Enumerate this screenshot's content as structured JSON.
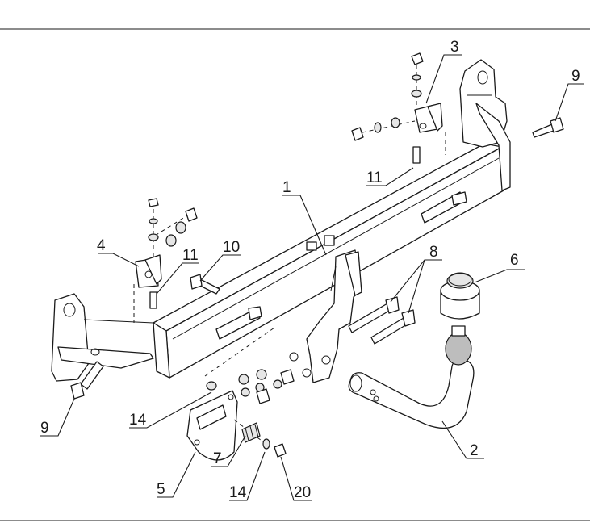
{
  "diagram": {
    "callouts": [
      {
        "id": "1",
        "text": "1"
      },
      {
        "id": "2",
        "text": "2"
      },
      {
        "id": "3",
        "text": "3"
      },
      {
        "id": "4",
        "text": "4"
      },
      {
        "id": "5",
        "text": "5"
      },
      {
        "id": "6",
        "text": "6"
      },
      {
        "id": "7",
        "text": "7"
      },
      {
        "id": "8",
        "text": "8"
      },
      {
        "id": "9a",
        "text": "9"
      },
      {
        "id": "9b",
        "text": "9"
      },
      {
        "id": "10",
        "text": "10"
      },
      {
        "id": "11a",
        "text": "11"
      },
      {
        "id": "11b",
        "text": "11"
      },
      {
        "id": "14a",
        "text": "14"
      },
      {
        "id": "14b",
        "text": "14"
      },
      {
        "id": "20",
        "text": "20"
      }
    ]
  }
}
